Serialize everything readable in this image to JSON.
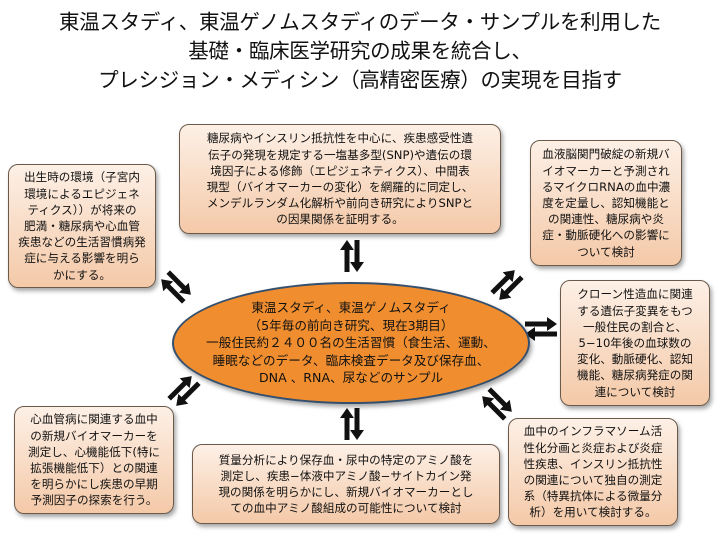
{
  "title_lines": [
    "東温スタディ、東温ゲノムスタディのデータ・サンプルを利用した",
    "基礎・臨床医学研究の成果を統合し、",
    "プレシジョン・メディシン（高精密医療）の実現を目指す"
  ],
  "center_lines": [
    "東温スタディ、東温ゲノムスタディ",
    "（5年毎の前向き研究、現在3期目）",
    "一般住民約２４００名の生活習慣（食生活、運動、",
    "睡眠などのデータ、臨床検査データ及び保存血、",
    "DNA 、RNA、尿などのサンプル"
  ],
  "boxes": {
    "top_center": [
      "糖尿病やインスリン抵抗性を中心に、疾患感受性遺",
      "伝子の発現を規定する一塩基多型(SNP)や遺伝の環",
      "境因子による修飾（エピジェネティクス）、中間表",
      "現型（バイオマーカーの変化）を網羅的に同定し、",
      "メンデルランダム化解析や前向き研究によりSNPと",
      "の因果関係を証明する。"
    ],
    "top_left": [
      "出生時の環境（子宮内",
      "環境によるエピジェネ",
      "ティクス））が将来の",
      "肥満・糖尿病や心血管",
      "疾患などの生活習慣病発",
      "症に与える影響を明ら",
      "かにする。"
    ],
    "top_right": [
      "血液脳関門破綻の新規バ",
      "イオマーカーと予測され",
      "るマイクロRNAの血中濃",
      "度を定量し、認知機能と",
      "の関連性、糖尿病や炎",
      "症・動脈硬化への影響に",
      "ついて検討"
    ],
    "mid_right": [
      "クローン性造血に関連",
      "する遺伝子変異をもつ",
      "一般住民の割合と、",
      "5−10年後の血球数の",
      "変化、動脈硬化、認知",
      "機能、糖尿病発症の関",
      "連について検討"
    ],
    "bottom_left": [
      "心血管病に関連する血中",
      "の新規バイオマーカーを",
      "測定し、心機能低下(特に",
      "拡張機能低下）との関連",
      "を明らかにし疾患の早期",
      "予測因子の探索を行う。"
    ],
    "bottom_center": [
      "質量分析により保存血・尿中の特定のアミノ酸を",
      "測定し、疾患−体液中アミノ酸−サイトカイン発",
      "現の関係を明らかにし、新規バイオマーカーとし",
      "ての血中アミノ酸組成の可能性について検討"
    ],
    "bottom_right": [
      "血中のインフラマソーム活",
      "性化分画と炎症および炎症",
      "性疾患、インスリン抵抗性",
      "の関連について独自の測定",
      "系（特異抗体による微量分",
      "析）を用いて検討する。"
    ]
  },
  "colors": {
    "box_fill_top": "#fdf0e6",
    "box_fill_bottom": "#f4c9a8",
    "ellipse_fill": "#f08e2f",
    "ellipse_border": "#34506e",
    "arrow": "#111111"
  }
}
